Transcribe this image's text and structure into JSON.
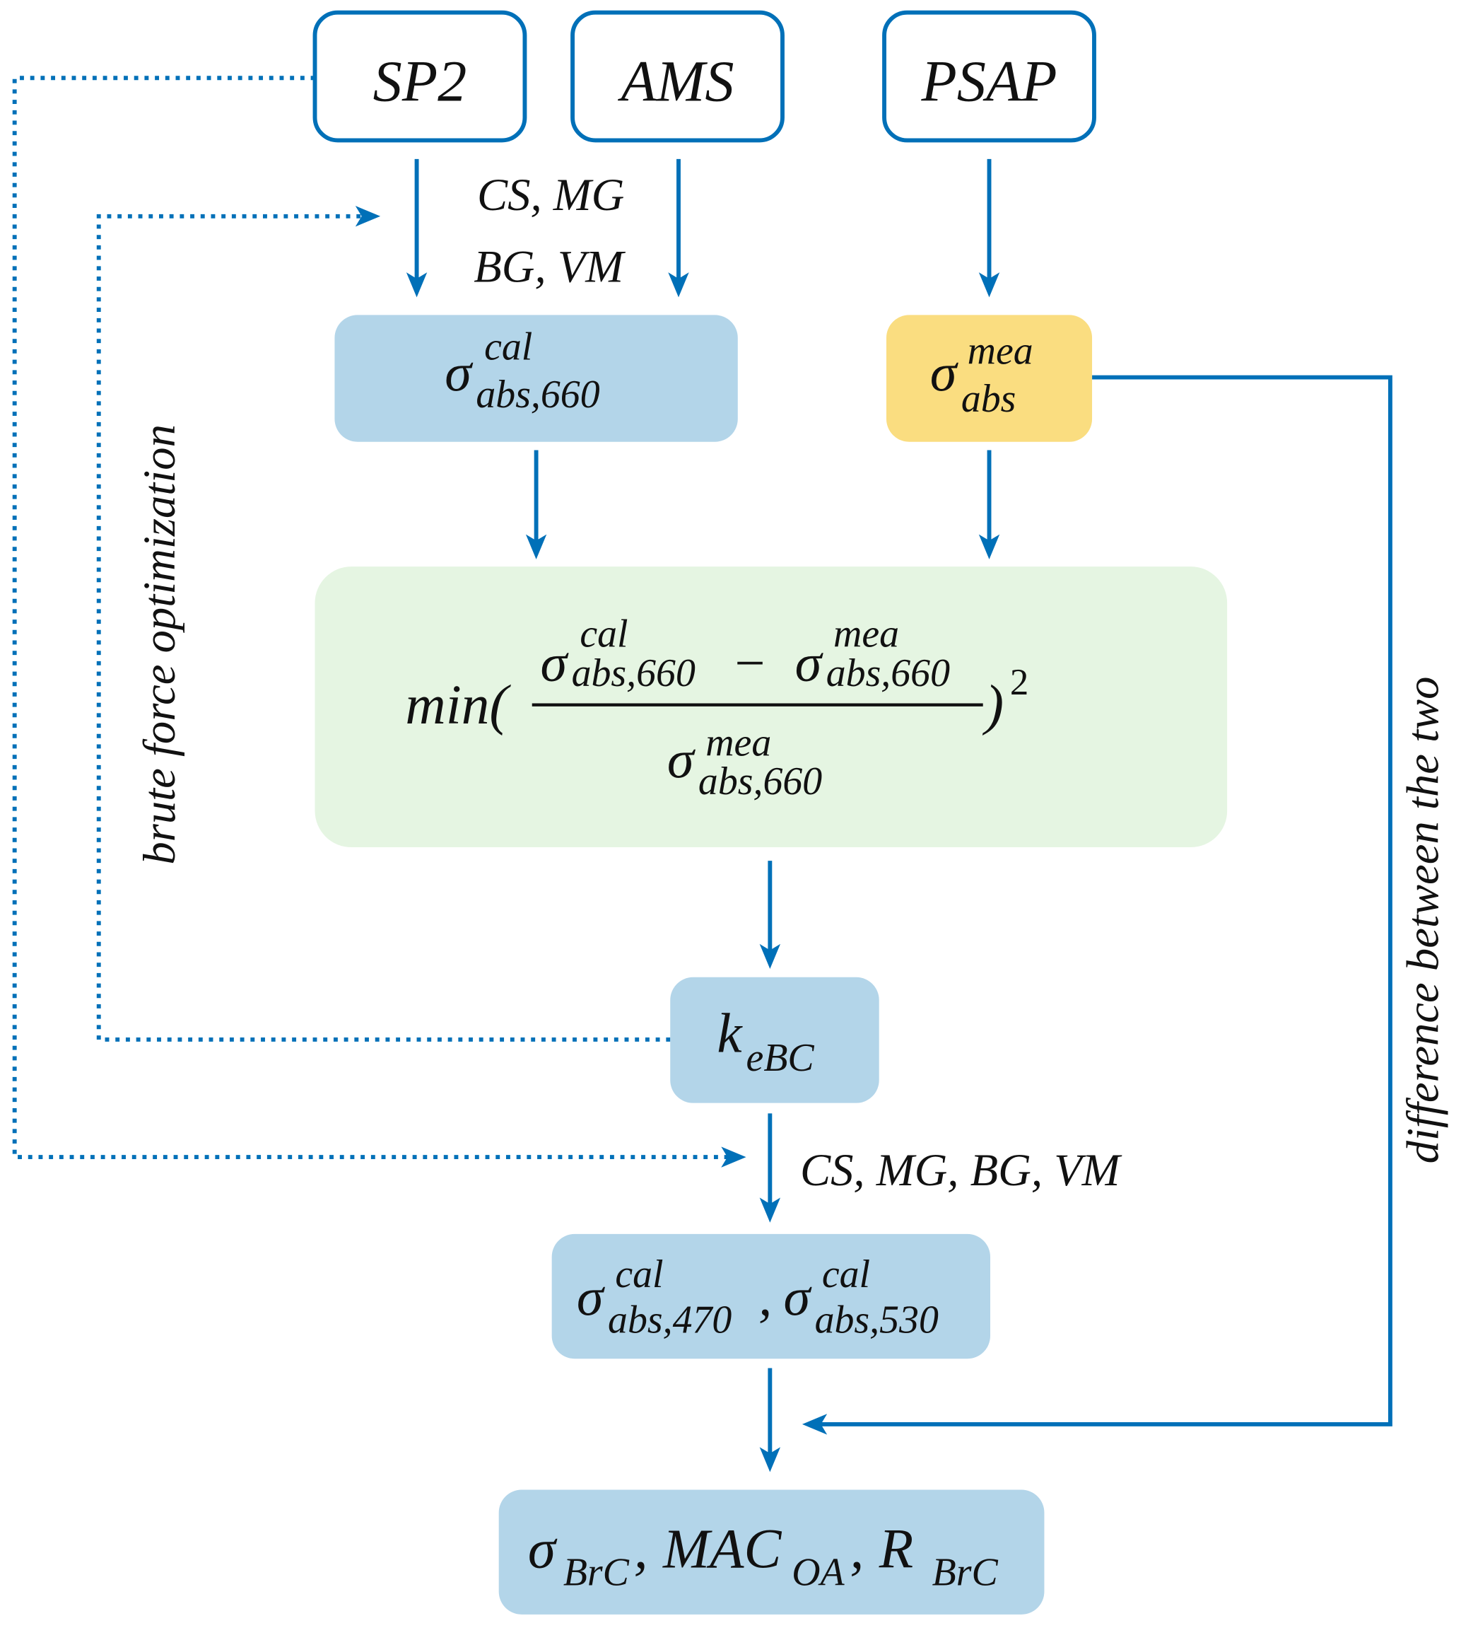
{
  "colors": {
    "accent": "#0070b8",
    "calc_box": "#b3d5e9",
    "measured_box": "#fadd80",
    "objective_box": "#e5f5e2",
    "border": "#0070b8"
  },
  "instruments": {
    "sp2": "SP2",
    "ams": "AMS",
    "psap": "PSAP"
  },
  "labels": {
    "inputs_top_1": "CS, MG",
    "inputs_top_2": "BG, VM",
    "inputs_bottom": "CS, MG, BG, VM",
    "left_loop": "brute force optimization",
    "right_loop": "difference between the two"
  },
  "symbols": {
    "sigma": "σ",
    "cal": "cal",
    "mea": "mea",
    "abs": "abs",
    "abs_660": "abs,660",
    "abs_470": "abs,470",
    "abs_530": "abs,530",
    "comma": ",",
    "minus": "−",
    "min_open": "min(",
    "close_paren": ")",
    "square": "2",
    "k": "k",
    "eBC": "eBC",
    "BrC": "BrC",
    "MAC": "MAC",
    "OA": "OA",
    "R": "R"
  }
}
